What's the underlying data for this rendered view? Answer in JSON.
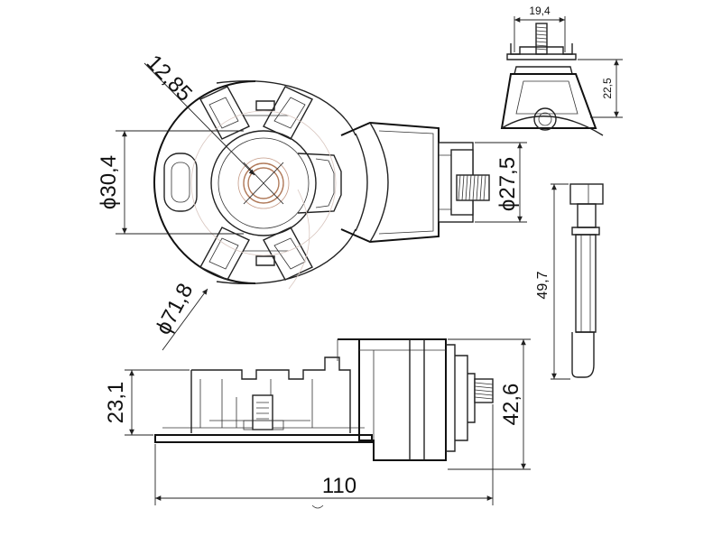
{
  "dimensions": {
    "width_top": "19,4",
    "height_side": "22,5",
    "chord": "12,85",
    "diameter_hub": "ϕ30,4",
    "diameter_flange": "ϕ27,5",
    "diameter_outer": "ϕ71,8",
    "length_pin": "49,7",
    "height_base": "23,1",
    "height_total": "42,6",
    "length_total": "110"
  },
  "colors": {
    "line": "#222222",
    "accent": "#b07a5a",
    "background": "#ffffff"
  }
}
